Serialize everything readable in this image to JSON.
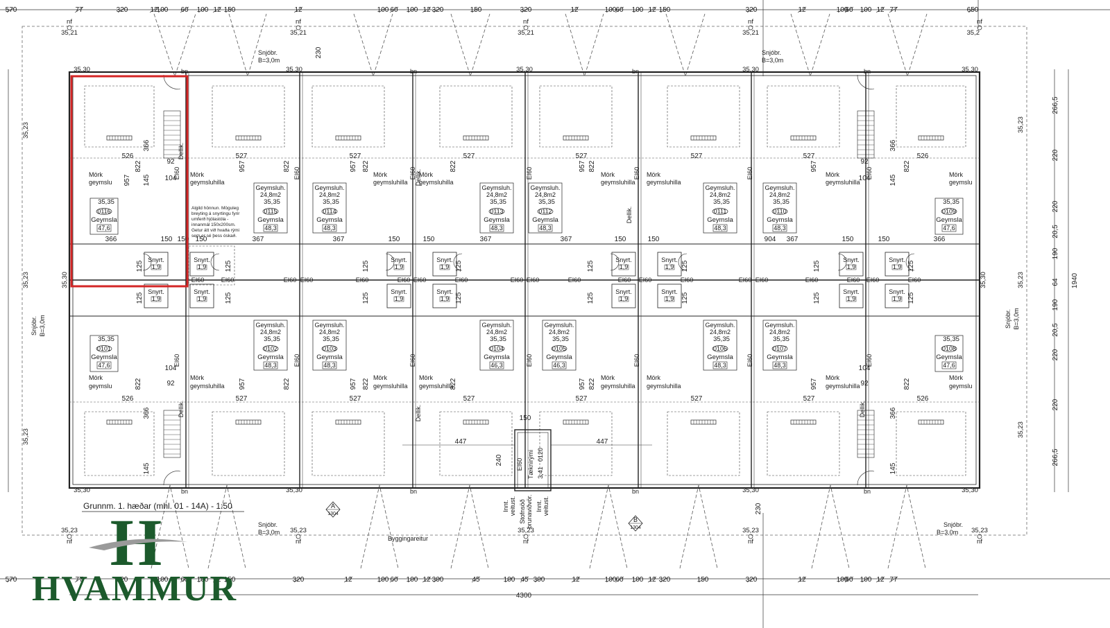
{
  "drawing": {
    "title": "Grunnm. 1. hæðar (mhl. 01 - 14A) - 1:50",
    "logo_text": "HVAMMUR",
    "logo_mark": "H",
    "build_area_label": "Byggingareitur",
    "total_width_label": "4300",
    "total_height_label": "1940",
    "highlight_color": "#d42626",
    "logo_color": "#1c5a2c"
  },
  "top_dimensions": [
    "570",
    "77",
    "320",
    "12",
    "100",
    "60",
    "100",
    "12",
    "150",
    "12",
    "100",
    "60",
    "100",
    "12",
    "320",
    "150",
    "320",
    "12",
    "100",
    "60",
    "100",
    "12",
    "150",
    "320",
    "12",
    "100",
    "60",
    "100",
    "12",
    "77",
    "650"
  ],
  "bottom_dimensions": [
    "570",
    "77",
    "320",
    "12",
    "100",
    "60",
    "100",
    "12",
    "150",
    "320",
    "12",
    "100",
    "60",
    "100",
    "12",
    "300",
    "45",
    "100",
    "45",
    "300",
    "12",
    "100",
    "60",
    "100",
    "12",
    "320",
    "150",
    "320",
    "12",
    "100",
    "60",
    "100",
    "12",
    "77"
  ],
  "right_dimensions": [
    "266,5",
    "220",
    "220",
    "20,5",
    "190",
    "64",
    "190",
    "20,5",
    "220",
    "220",
    "266,5"
  ],
  "snow_paths": [
    {
      "label_1": "Snjóbr.",
      "label_2": "B=3,0m"
    },
    {
      "label_1": "Snjóbr.",
      "label_2": "B=3,0m"
    },
    {
      "label_1": "Snjóbr.",
      "label_2": "B=3,0m"
    },
    {
      "label_1": "Snjóbr.",
      "label_2": "B=3,0m"
    },
    {
      "label_1": "Snjóbr.",
      "label_2": "B=3,0m"
    }
  ],
  "levels": {
    "top_nf": [
      "35,21",
      "35,21",
      "35,21",
      "35,21",
      "35,2"
    ],
    "bottom_nf": [
      "35,23",
      "35,23",
      "35,23",
      "35,23",
      "35,23"
    ],
    "side_nf": [
      "35,23",
      "35,23",
      "35,23",
      "35,23"
    ],
    "floor": "35,30",
    "nf": "nf"
  },
  "units_top": [
    {
      "id": "0116",
      "type": "Geymsla",
      "area": "47,6",
      "level": "35,35"
    },
    {
      "id": "0115",
      "type": "Geymsla",
      "area": "48,3",
      "level": "35,35",
      "sub": "Geymsluh.",
      "sub_area": "24,8m2"
    },
    {
      "id": "0114",
      "type": "Geymsla",
      "area": "48,3",
      "level": "35,35",
      "sub": "Geymsluh.",
      "sub_area": "24,8m2"
    },
    {
      "id": "0113",
      "type": "Geymsla",
      "area": "48,3",
      "level": "35,35",
      "sub": "Geymsluh.",
      "sub_area": "24,8m2"
    },
    {
      "id": "0112",
      "type": "Geymsla",
      "area": "48,3",
      "level": "35,35",
      "sub": "Geymsluh.",
      "sub_area": "24,8m2"
    },
    {
      "id": "0111",
      "type": "Geymsla",
      "area": "48,3",
      "level": "35,35",
      "sub": "Geymsluh.",
      "sub_area": "24,8m2"
    },
    {
      "id": "0110",
      "type": "Geymsla",
      "area": "48,3",
      "level": "35,35",
      "sub": "Geymsluh.",
      "sub_area": "24,8m2"
    },
    {
      "id": "0109",
      "type": "Geymsla",
      "area": "47,6",
      "level": "35,35"
    }
  ],
  "units_bottom": [
    {
      "id": "0101",
      "type": "Geymsla",
      "area": "47,6",
      "level": "35,35"
    },
    {
      "id": "0102",
      "type": "Geymsla",
      "area": "48,3",
      "level": "35,35",
      "sub": "Geymsluh.",
      "sub_area": "24,8m2"
    },
    {
      "id": "0103",
      "type": "Geymsla",
      "area": "48,3",
      "level": "35,35",
      "sub": "Geymsluh.",
      "sub_area": "24,8m2"
    },
    {
      "id": "0104",
      "type": "Geymsla",
      "area": "46,3",
      "level": "35,35",
      "sub": "Geymsluh.",
      "sub_area": "24,8m2"
    },
    {
      "id": "0105",
      "type": "Geymsla",
      "area": "46,3",
      "level": "35,35",
      "sub": "Geymsluh.",
      "sub_area": "24,8m2"
    },
    {
      "id": "0106",
      "type": "Geymsla",
      "area": "48,3",
      "level": "35,35",
      "sub": "Geymsluh.",
      "sub_area": "24,8m2"
    },
    {
      "id": "0107",
      "type": "Geymsla",
      "area": "48,3",
      "level": "35,35",
      "sub": "Geymsluh.",
      "sub_area": "24,8m2"
    },
    {
      "id": "0108",
      "type": "Geymsla",
      "area": "47,6",
      "level": "35,35"
    }
  ],
  "labels": {
    "mork_geymslu": [
      "Mörk",
      "geymslu"
    ],
    "mork_geymsluhilla": [
      "Mörk",
      "geymsluhilla"
    ],
    "snyrt": "Snyrt.",
    "snyrt_area": "1,9",
    "ei60": "EI60",
    "dim_526": "526",
    "dim_527": "527",
    "dim_822": "822",
    "dim_957": "957",
    "dim_366": "366",
    "dim_367": "367",
    "dim_150": "150",
    "dim_10": "10",
    "dim_125": "125",
    "dim_104": "104",
    "dim_92": "92",
    "dim_145": "145",
    "dim_447": "447",
    "dim_904": "904",
    "dim_230": "230",
    "dim_240": "240",
    "bn": "bn",
    "note_lines": [
      "Algild hönnun. Möguleg",
      "breyting á snyrtingu fyrir",
      "umferð hjólastóla -",
      "innanmál 150x200sm.",
      "Getur átt við hvaða rými",
      "sem er sé þess óskað."
    ],
    "section_a": "A",
    "section_b": "B",
    "section_ref": "1304",
    "tech_room": "Tæknirými",
    "tech_room_id": "0120",
    "tech_area": "3,41",
    "inlet_1": [
      "Innt.",
      "veitust."
    ],
    "inlet_2": [
      "Stofnsöð",
      "brunaviðvör."
    ],
    "inlet_3": [
      "Innt.",
      "veitust."
    ],
    "dellik": "Dellik."
  }
}
